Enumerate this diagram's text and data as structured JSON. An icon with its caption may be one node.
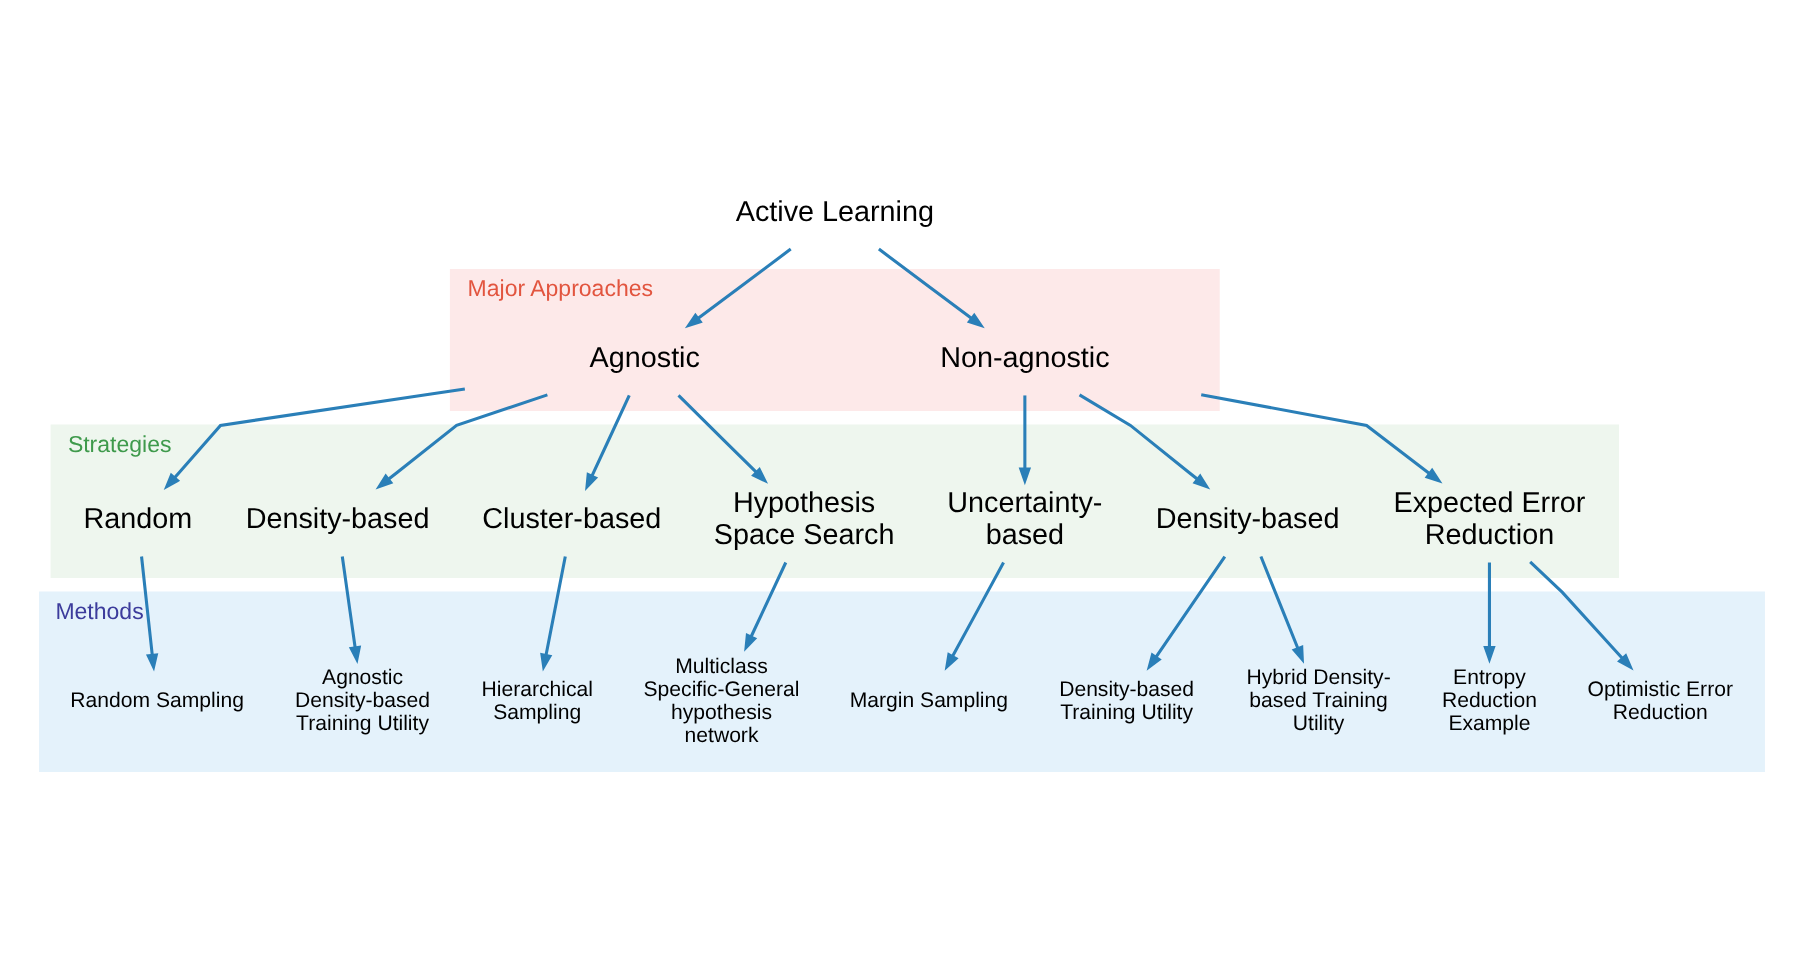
{
  "diagram": {
    "nodes": [
      {
        "text": [
          "Active Learning"
        ]
      },
      {
        "text": [
          "Major Approaches"
        ]
      },
      {
        "text": [
          "Agnostic"
        ],
        "in": 1
      },
      {
        "text": [
          "Non-agnostic"
        ],
        "in": 1
      },
      {
        "text": [
          "Strategies"
        ]
      },
      {
        "text": [
          "Random"
        ],
        "in": 4
      },
      {
        "text": [
          "Density-based"
        ],
        "in": 4
      },
      {
        "text": [
          "Cluster-based"
        ],
        "in": 4
      },
      {
        "text": [
          "Hypothesis Space Search"
        ],
        "in": 4
      },
      {
        "text": [
          "Uncertainty-based"
        ],
        "in": 4
      },
      {
        "text": [
          "Density-based"
        ],
        "in": 4
      },
      {
        "text": [
          "Expected Error Reduction"
        ],
        "in": 4
      },
      {
        "text": [
          "Methods"
        ]
      },
      {
        "text": [
          "Random Sampling"
        ],
        "in": 12
      },
      {
        "text": [
          "Agnostic Density-based Training Utility"
        ],
        "in": 12
      },
      {
        "text": [
          "Hierarchical Sampling"
        ],
        "in": 12
      },
      {
        "text": [
          "Multiclass Specific-General hypothesis network"
        ],
        "in": 12
      },
      {
        "text": [
          "Margin Sampling"
        ],
        "in": 12
      },
      {
        "text": [
          "Density-based Training Utility"
        ],
        "in": 12
      },
      {
        "text": [
          "Hybrid Density-based Training Utility"
        ],
        "in": 12
      },
      {
        "text": [
          "Entropy Reduction Example"
        ],
        "in": 12
      },
      {
        "text": [
          "Optimistic Error Reduction"
        ],
        "in": 12
      }
    ],
    "edges": [
      {
        "from": 0,
        "to": 2,
        "arrow": "to"
      },
      {
        "from": 0,
        "to": 3,
        "arrow": "to"
      },
      {
        "from": 2,
        "to": 5,
        "arrow": "to"
      },
      {
        "from": 2,
        "to": 6,
        "arrow": "to"
      },
      {
        "from": 2,
        "to": 7,
        "arrow": "to"
      },
      {
        "from": 2,
        "to": 8,
        "arrow": "to"
      },
      {
        "from": 3,
        "to": 9,
        "arrow": "to"
      },
      {
        "from": 3,
        "to": 10,
        "arrow": "to"
      },
      {
        "from": 3,
        "to": 11,
        "arrow": "to"
      },
      {
        "from": 5,
        "to": 13,
        "arrow": "to"
      },
      {
        "from": 6,
        "to": 14,
        "arrow": "to"
      },
      {
        "from": 7,
        "to": 15,
        "arrow": "to"
      },
      {
        "from": 8,
        "to": 16,
        "arrow": "to"
      },
      {
        "from": 9,
        "to": 17,
        "arrow": "to"
      },
      {
        "from": 10,
        "to": 18,
        "arrow": "to"
      },
      {
        "from": 10,
        "to": 19,
        "arrow": "to"
      },
      {
        "from": 11,
        "to": 20,
        "arrow": "to"
      },
      {
        "from": 11,
        "to": 21,
        "arrow": "to"
      }
    ]
  }
}
